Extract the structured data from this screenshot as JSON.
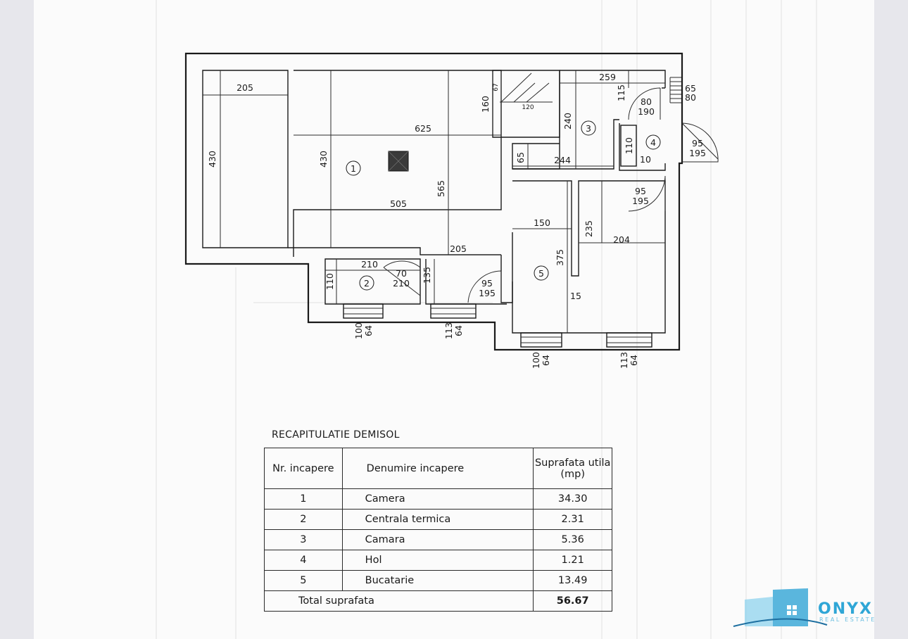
{
  "plan": {
    "rooms": [
      {
        "number": "1"
      },
      {
        "number": "2"
      },
      {
        "number": "3"
      },
      {
        "number": "4"
      },
      {
        "number": "5"
      }
    ],
    "dimensions": {
      "d205_top": "205",
      "d430_left": "430",
      "d625": "625",
      "d430_mid": "430",
      "d505": "505",
      "d565": "565",
      "d160": "160",
      "d67": "67",
      "d120": "120",
      "d259": "259",
      "d115": "115",
      "d80a": "80",
      "d190": "190",
      "d240": "240",
      "d65a": "65",
      "d244": "244",
      "d110a": "110",
      "d10": "10",
      "d65b": "65",
      "d80b": "80",
      "d95a": "95",
      "d195a": "195",
      "d95b": "95",
      "d195b": "195",
      "d150": "150",
      "d235": "235",
      "d204": "204",
      "d375": "375",
      "d15": "15",
      "d205_mid": "205",
      "d210a": "210",
      "d110b": "110",
      "d70": "70",
      "d210b": "210",
      "d135": "135",
      "d95c": "95",
      "d195c": "195",
      "w1_top": "100",
      "w1_bot": "64",
      "w2_top": "113",
      "w2_bot": "64",
      "w3_top": "100",
      "w3_bot": "64",
      "w4_top": "113",
      "w4_bot": "64"
    }
  },
  "recap": {
    "title": "RECAPITULATIE DEMISOL",
    "headers": {
      "nr": "Nr. incapere",
      "name": "Denumire incapere",
      "area": "Suprafata utila (mp)"
    },
    "rows": [
      {
        "nr": "1",
        "name": "Camera",
        "area": "34.30"
      },
      {
        "nr": "2",
        "name": "Centrala termica",
        "area": "2.31"
      },
      {
        "nr": "3",
        "name": "Camara",
        "area": "5.36"
      },
      {
        "nr": "4",
        "name": "Hol",
        "area": "1.21"
      },
      {
        "nr": "5",
        "name": "Bucatarie",
        "area": "13.49"
      }
    ],
    "total_label": "Total suprafata",
    "total_value": "56.67"
  },
  "logo": {
    "name": "ONYX",
    "subtitle": "REAL ESTATE"
  },
  "colors": {
    "logo_primary": "#2fa6d6",
    "logo_secondary": "#6bbfe0",
    "line": "#1a1a1a"
  }
}
